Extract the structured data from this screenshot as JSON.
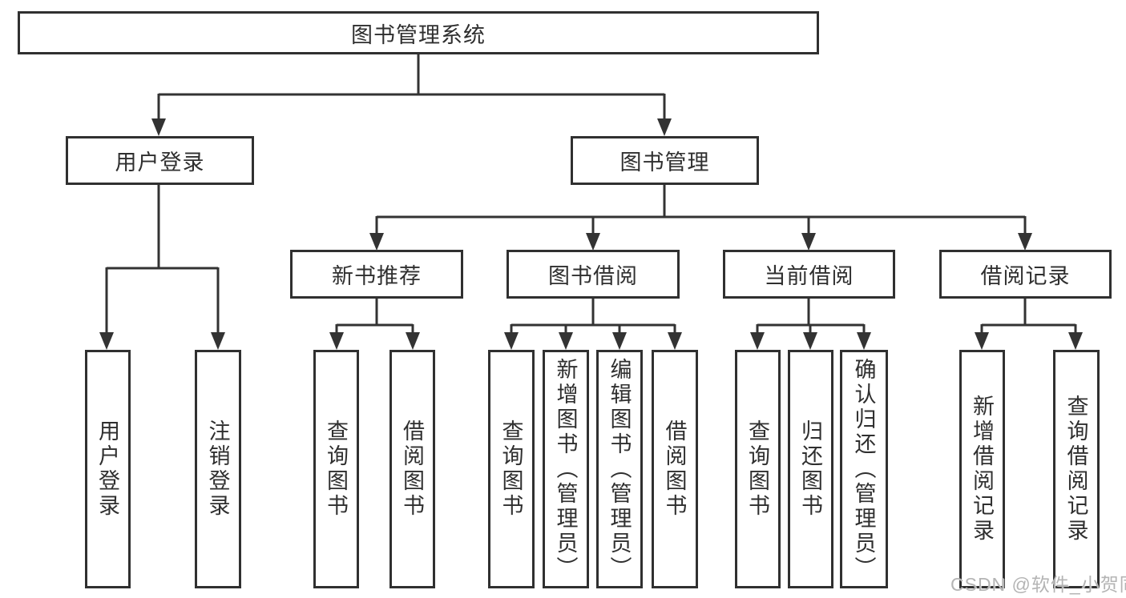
{
  "tree": {
    "root": {
      "label": "图书管理系统"
    },
    "children": [
      {
        "label": "用户登录",
        "children": [
          {
            "label": "用户登录"
          },
          {
            "label": "注销登录"
          }
        ]
      },
      {
        "label": "图书管理",
        "children": [
          {
            "label": "新书推荐",
            "children": [
              {
                "label": "查询图书"
              },
              {
                "label": "借阅图书"
              }
            ]
          },
          {
            "label": "图书借阅",
            "children": [
              {
                "label": "查询图书"
              },
              {
                "label": "新增图书（管理员）"
              },
              {
                "label": "编辑图书（管理员）"
              },
              {
                "label": "借阅图书"
              }
            ]
          },
          {
            "label": "当前借阅",
            "children": [
              {
                "label": "查询图书"
              },
              {
                "label": "归还图书"
              },
              {
                "label": "确认归还（管理员）"
              }
            ]
          },
          {
            "label": "借阅记录",
            "children": [
              {
                "label": "新增借阅记录"
              },
              {
                "label": "查询借阅记录"
              }
            ]
          }
        ]
      }
    ]
  },
  "watermark": {
    "text": "CSDN @软件_小贺同学",
    "color": "#b4b4b4"
  },
  "colors": {
    "line": "#333333",
    "border": "#303030",
    "text": "#2f2f2f",
    "background": "#ffffff"
  }
}
